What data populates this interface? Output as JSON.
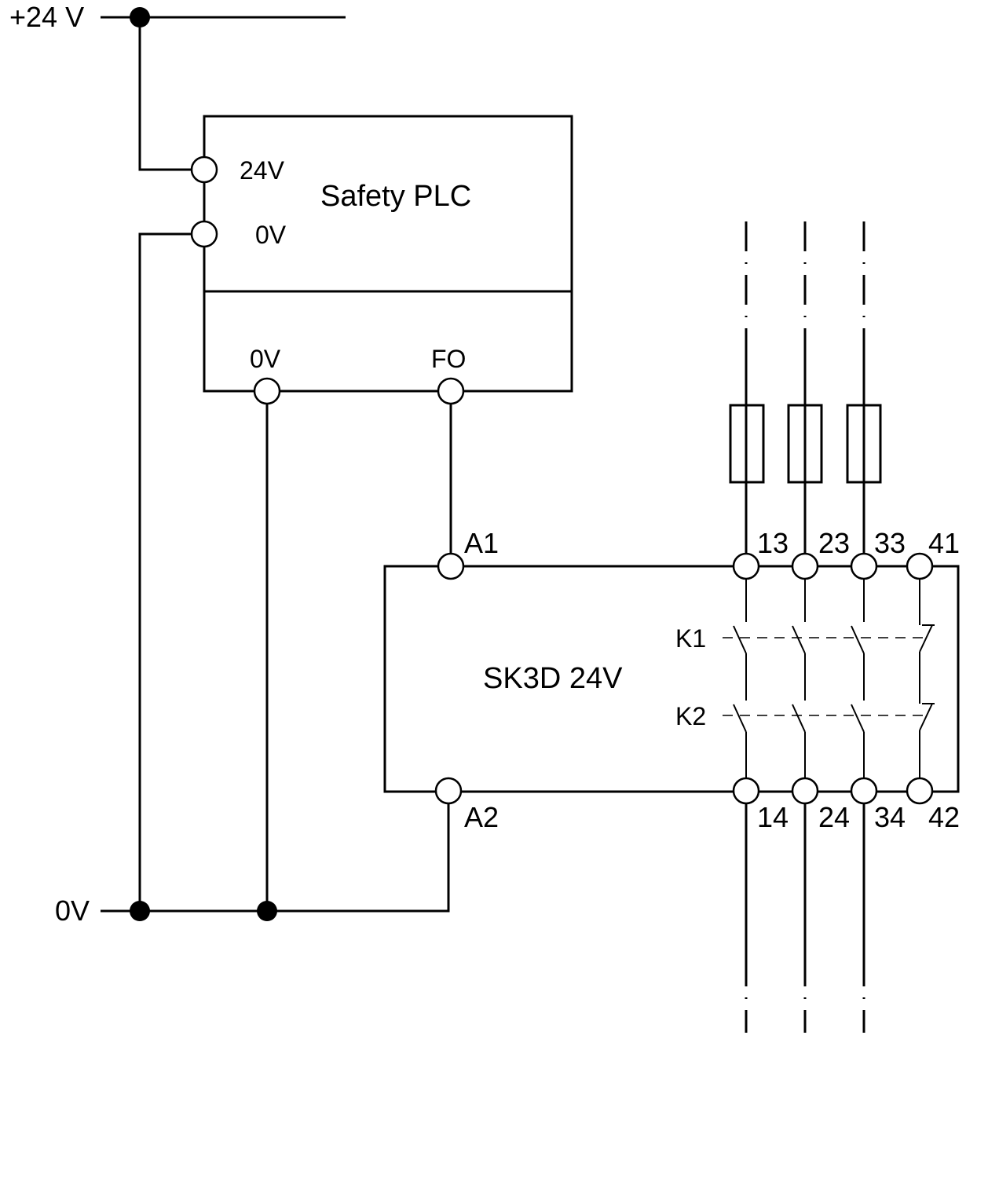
{
  "supply": {
    "positive_label": "+24 V",
    "ground_label": "0V"
  },
  "safety_plc": {
    "title": "Safety PLC",
    "terminal_24v": "24V",
    "terminal_0v_top": "0V",
    "terminal_0v_bottom": "0V",
    "terminal_fo": "FO"
  },
  "relay": {
    "title": "SK3D 24V",
    "coil_a1": "A1",
    "coil_a2": "A2",
    "top_terminals": [
      "13",
      "23",
      "33",
      "41"
    ],
    "bottom_terminals": [
      "14",
      "24",
      "34",
      "42"
    ],
    "contact_rows": [
      "K1",
      "K2"
    ]
  }
}
